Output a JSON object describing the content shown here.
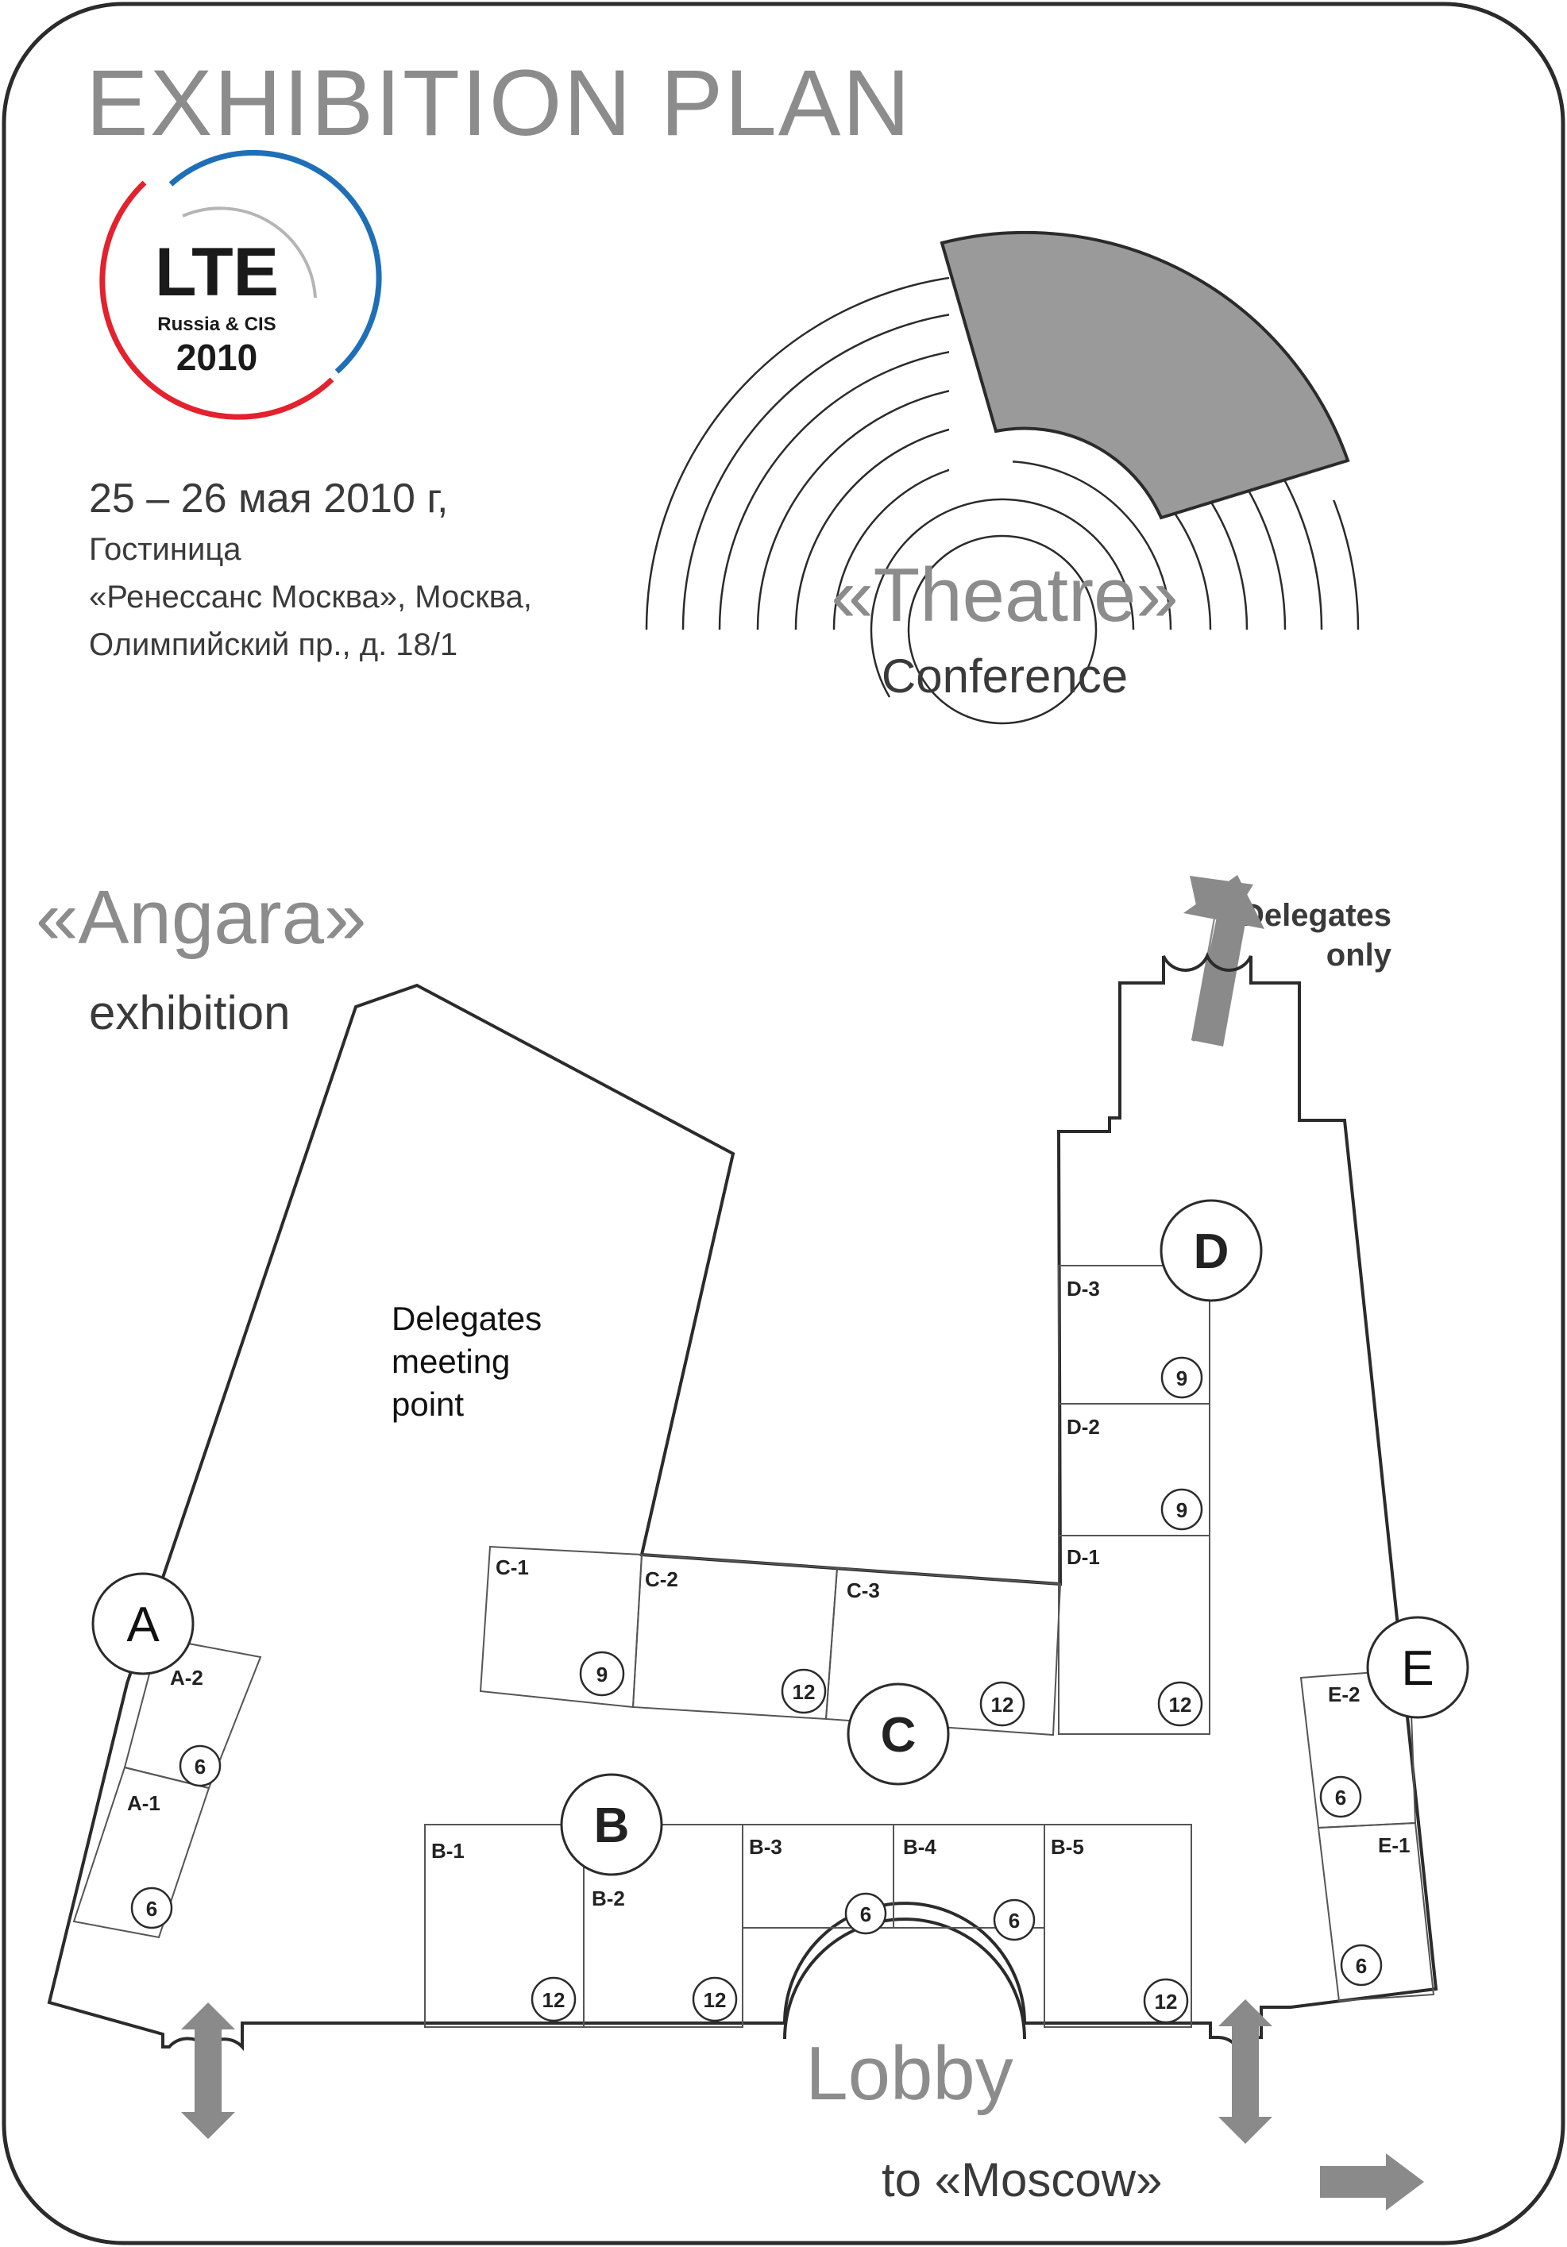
{
  "title": "EXHIBITION PLAN",
  "logo": {
    "line1": "LTE",
    "line2": "Russia & CIS",
    "line3": "2010",
    "colors": {
      "red": "#e3222e",
      "blue": "#1f6fb8",
      "grey": "#b5b5b5"
    }
  },
  "event": {
    "date": "25 – 26 мая 2010 г,",
    "venue_line1": "Гостиница",
    "venue_line2": "«Ренессанс Москва», Москва,",
    "venue_line3": "Олимпийский пр., д. 18/1"
  },
  "theatre": {
    "name": "«Theatre»",
    "subtitle": "Conference"
  },
  "angara": {
    "name": "«Angara»",
    "subtitle": "exhibition"
  },
  "meeting_point": {
    "line1": "Delegates",
    "line2": "meeting",
    "line3": "point"
  },
  "delegates_only": {
    "line1": "Delegates",
    "line2": "only"
  },
  "lobby": {
    "label": "Lobby",
    "to_moscow": "to «Moscow»"
  },
  "zones": {
    "A": "A",
    "B": "B",
    "C": "C",
    "D": "D",
    "E": "E"
  },
  "stands": {
    "A-1": {
      "label": "A-1",
      "size": "6"
    },
    "A-2": {
      "label": "A-2",
      "size": "6"
    },
    "B-1": {
      "label": "B-1",
      "size": "12"
    },
    "B-2": {
      "label": "B-2",
      "size": "12"
    },
    "B-3": {
      "label": "B-3",
      "size": "6"
    },
    "B-4": {
      "label": "B-4",
      "size": "6"
    },
    "B-5": {
      "label": "B-5",
      "size": "12"
    },
    "C-1": {
      "label": "C-1",
      "size": "9"
    },
    "C-2": {
      "label": "C-2",
      "size": "12"
    },
    "C-3": {
      "label": "C-3",
      "size": "12"
    },
    "D-1": {
      "label": "D-1",
      "size": "12"
    },
    "D-2": {
      "label": "D-2",
      "size": "9"
    },
    "D-3": {
      "label": "D-3",
      "size": "9"
    },
    "E-1": {
      "label": "E-1",
      "size": "6"
    },
    "E-2": {
      "label": "E-2",
      "size": "6"
    }
  },
  "colors": {
    "accent_grey": "#8c8c8c",
    "seating_fill": "#9a9a9a",
    "arrow_fill": "#8a8a8a"
  }
}
